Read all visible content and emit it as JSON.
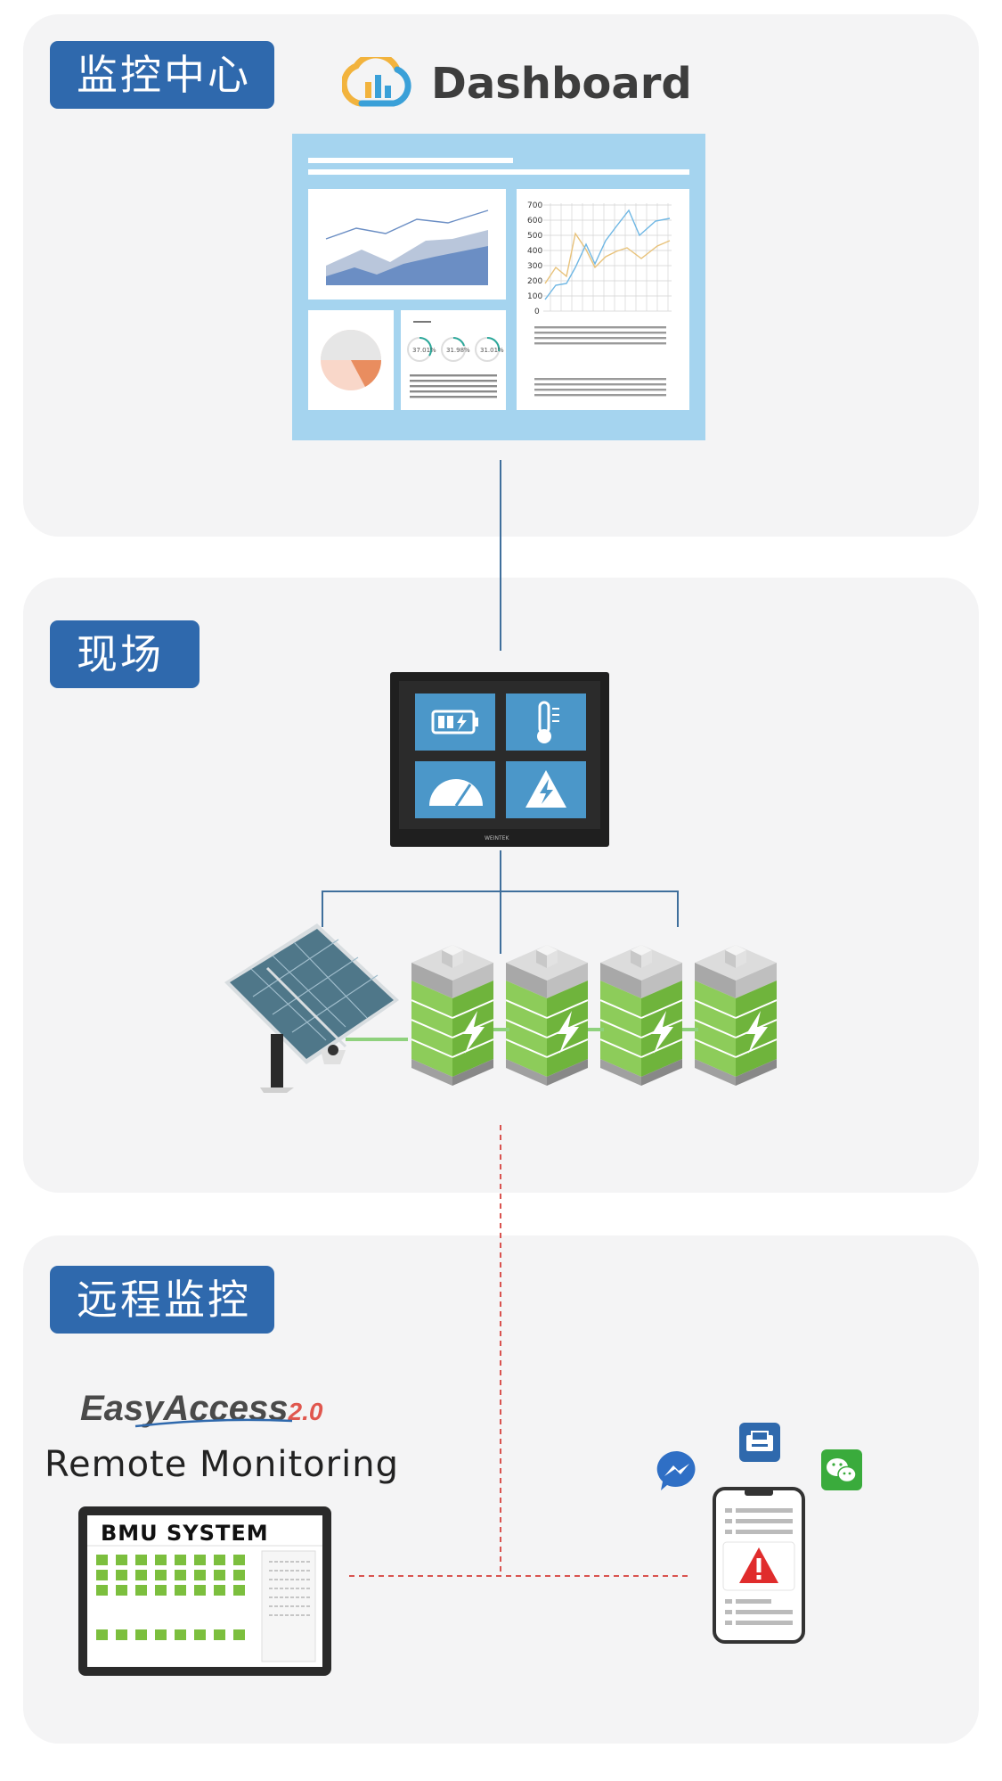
{
  "sections": {
    "monitoring_center": {
      "label": "监控中心"
    },
    "site": {
      "label": "现场"
    },
    "remote_monitoring": {
      "label": "远程监控"
    }
  },
  "dashboard": {
    "title": "Dashboard",
    "line_chart_ticks": [
      "700",
      "600",
      "500",
      "400",
      "300",
      "200",
      "100",
      "0"
    ],
    "stats": [
      "37.01%",
      "31.98%",
      "31.01%"
    ]
  },
  "hmi": {
    "brand": "WEINTEK",
    "icons": [
      "battery-charge-icon",
      "thermometer-icon",
      "gauge-icon",
      "high-voltage-warning-icon"
    ]
  },
  "remote": {
    "logo_main": "EasyAccess",
    "logo_version": "2.0",
    "subtitle": "Remote Monitoring",
    "bmu_title": "BMU SYSTEM"
  },
  "notifications": {
    "icons": [
      "messenger-icon",
      "sms-icon",
      "wechat-icon"
    ]
  },
  "colors": {
    "panel_bg": "#f4f4f5",
    "badge_bg": "#2f69ad",
    "connector_blue": "#3f6f9c",
    "connector_red": "#d9534f",
    "battery_green": "#7cbf3e",
    "alert_red": "#e02c2c"
  }
}
